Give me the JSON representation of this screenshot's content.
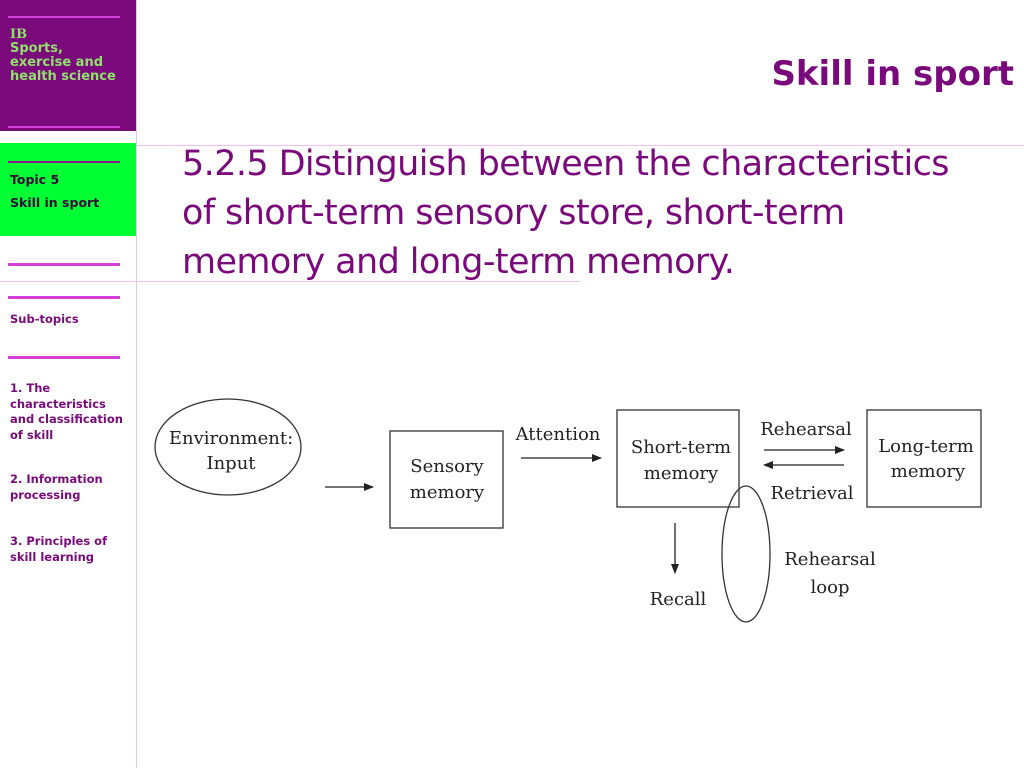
{
  "sidebar": {
    "brand": {
      "line1": "IB",
      "line2": "Sports, exercise and health science"
    },
    "topic": {
      "number": "Topic 5",
      "name": "Skill in sport"
    },
    "subtopics_heading": "Sub-topics",
    "subtopics": [
      "1. The characteristics and classification of skill",
      "2. Information processing",
      "3. Principles of skill learning"
    ]
  },
  "header": {
    "title": "Skill in sport"
  },
  "objective": {
    "line1": "5.2.5 Distinguish between the characteristics",
    "line2": "of short-term sensory store, short-term",
    "line3": "memory and long-term memory."
  },
  "diagram": {
    "nodes": {
      "environment": [
        "Environment:",
        "Input"
      ],
      "sensory": [
        "Sensory",
        "memory"
      ],
      "short_term": [
        "Short-term",
        "memory"
      ],
      "long_term": [
        "Long-term",
        "memory"
      ]
    },
    "labels": {
      "attention": "Attention",
      "rehearsal": "Rehearsal",
      "retrieval": "Retrieval",
      "recall": "Recall",
      "rehearsal_loop": [
        "Rehearsal",
        "loop"
      ]
    }
  },
  "colors": {
    "brand": "#7a0a7c",
    "brand_text": "#8fe36a",
    "topic_bg": "#00ff33",
    "accent_rule": "#d23fd6"
  }
}
